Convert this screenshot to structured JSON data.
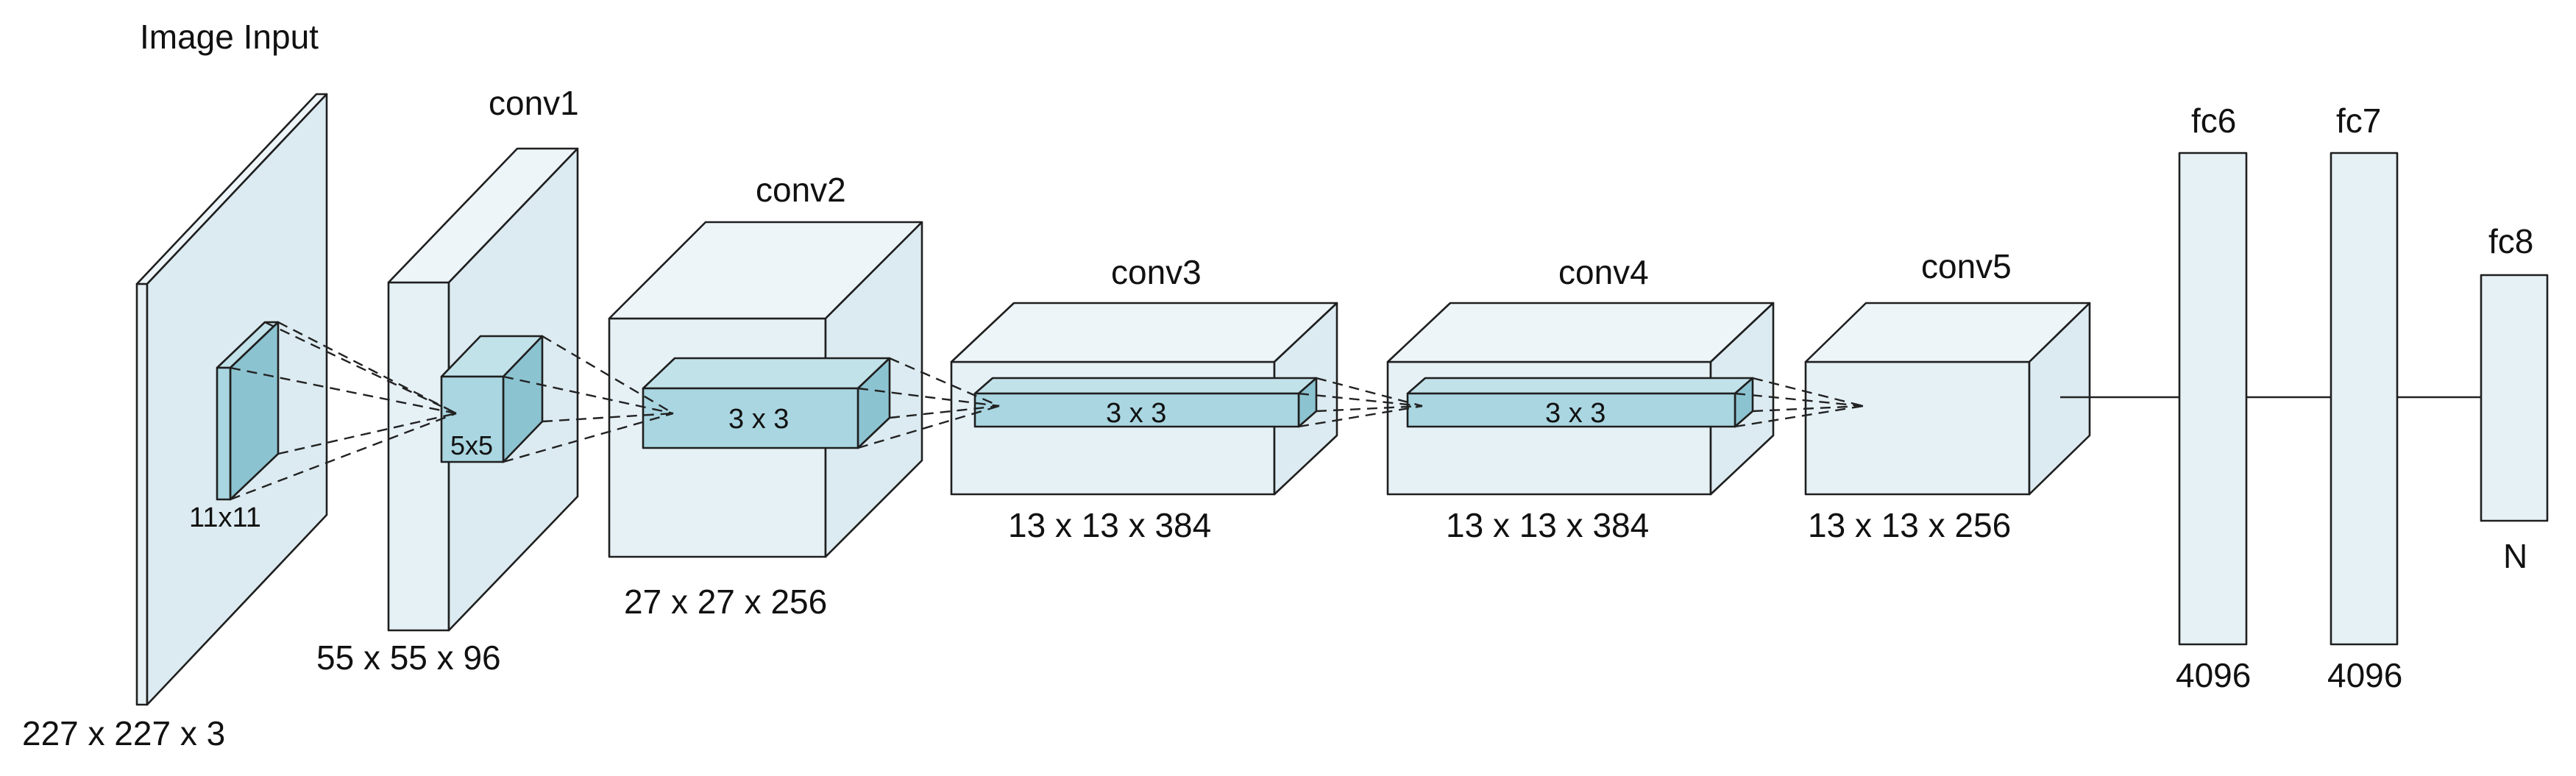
{
  "input": {
    "title": "Image Input",
    "size": "227 x 227 x 3",
    "kernel": "11x11"
  },
  "conv1": {
    "title": "conv1",
    "size": "55 x 55 x 96",
    "kernel": "5x5"
  },
  "conv2": {
    "title": "conv2",
    "size": "27 x 27 x 256",
    "kernel": "3 x 3"
  },
  "conv3": {
    "title": "conv3",
    "size": "13 x 13 x 384",
    "kernel": "3 x 3"
  },
  "conv4": {
    "title": "conv4",
    "size": "13 x 13 x 384",
    "kernel": "3 x 3"
  },
  "conv5": {
    "title": "conv5",
    "size": "13 x 13 x 256"
  },
  "fc6": {
    "title": "fc6",
    "size": "4096"
  },
  "fc7": {
    "title": "fc7",
    "size": "4096"
  },
  "fc8": {
    "title": "fc8",
    "size": "N"
  }
}
